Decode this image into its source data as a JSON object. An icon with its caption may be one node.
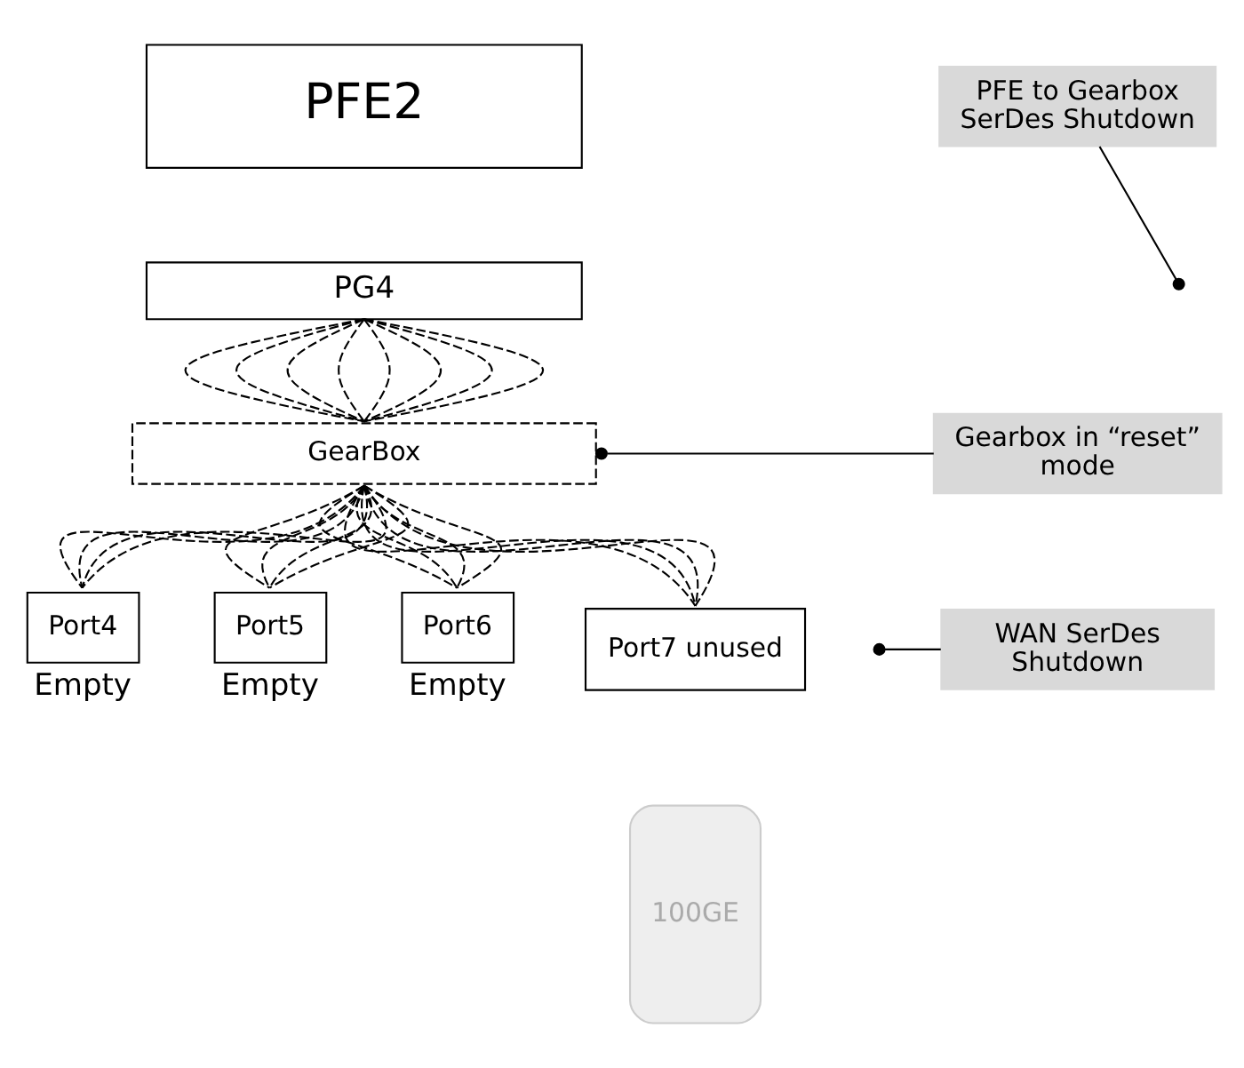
{
  "diagram": {
    "nodes": [
      {
        "text": [
          "PFE2"
        ]
      },
      {
        "text": [
          "PG4"
        ]
      },
      {
        "text": [
          "GearBox"
        ]
      },
      {
        "text": [
          "Port4"
        ],
        "beside": [
          "Empty"
        ]
      },
      {
        "text": [
          "Port5"
        ],
        "beside": [
          "Empty"
        ]
      },
      {
        "text": [
          "Port6"
        ],
        "beside": [
          "Empty"
        ]
      },
      {
        "text": [
          "Port7 unused"
        ]
      },
      {
        "text": [
          "PFE to Gearbox SerDes Shutdown"
        ]
      },
      {
        "text": [
          "Gearbox in “reset” mode"
        ]
      },
      {
        "text": [
          "WAN SerDes Shutdown"
        ]
      },
      {
        "text": [
          "100GE"
        ]
      }
    ],
    "edges": [
      {
        "from": 1,
        "to": 2,
        "arrow": "none",
        "style": "dashed"
      },
      {
        "from": 1,
        "to": 2,
        "arrow": "none",
        "style": "dashed"
      },
      {
        "from": 1,
        "to": 2,
        "arrow": "none",
        "style": "dashed"
      },
      {
        "from": 1,
        "to": 2,
        "arrow": "none",
        "style": "dashed"
      },
      {
        "from": 1,
        "to": 2,
        "arrow": "none",
        "style": "dashed"
      },
      {
        "from": 1,
        "to": 2,
        "arrow": "none",
        "style": "dashed"
      },
      {
        "from": 1,
        "to": 2,
        "arrow": "none",
        "style": "dashed"
      },
      {
        "from": 1,
        "to": 2,
        "arrow": "none",
        "style": "dashed"
      },
      {
        "from": 2,
        "to": 3,
        "arrow": "none",
        "style": "dashed"
      },
      {
        "from": 2,
        "to": 3,
        "arrow": "none",
        "style": "dashed"
      },
      {
        "from": 2,
        "to": 3,
        "arrow": "none",
        "style": "dashed"
      },
      {
        "from": 2,
        "to": 3,
        "arrow": "none",
        "style": "dashed"
      },
      {
        "from": 2,
        "to": 4,
        "arrow": "none",
        "style": "dashed"
      },
      {
        "from": 2,
        "to": 4,
        "arrow": "none",
        "style": "dashed"
      },
      {
        "from": 2,
        "to": 4,
        "arrow": "none",
        "style": "dashed"
      },
      {
        "from": 2,
        "to": 4,
        "arrow": "none",
        "style": "dashed"
      },
      {
        "from": 2,
        "to": 5,
        "arrow": "none",
        "style": "dashed"
      },
      {
        "from": 2,
        "to": 5,
        "arrow": "none",
        "style": "dashed"
      },
      {
        "from": 2,
        "to": 5,
        "arrow": "none",
        "style": "dashed"
      },
      {
        "from": 2,
        "to": 5,
        "arrow": "none",
        "style": "dashed"
      },
      {
        "from": 2,
        "to": 6,
        "arrow": "none",
        "style": "dashed"
      },
      {
        "from": 2,
        "to": 6,
        "arrow": "none",
        "style": "dashed"
      },
      {
        "from": 2,
        "to": 6,
        "arrow": "none",
        "style": "dashed"
      },
      {
        "from": 2,
        "to": 6,
        "arrow": "none",
        "style": "dashed"
      },
      {
        "from": 7,
        "to": null,
        "arrow": "other"
      },
      {
        "from": 8,
        "to": 2,
        "arrow": "other"
      },
      {
        "from": 9,
        "to": null,
        "arrow": "other"
      }
    ]
  }
}
